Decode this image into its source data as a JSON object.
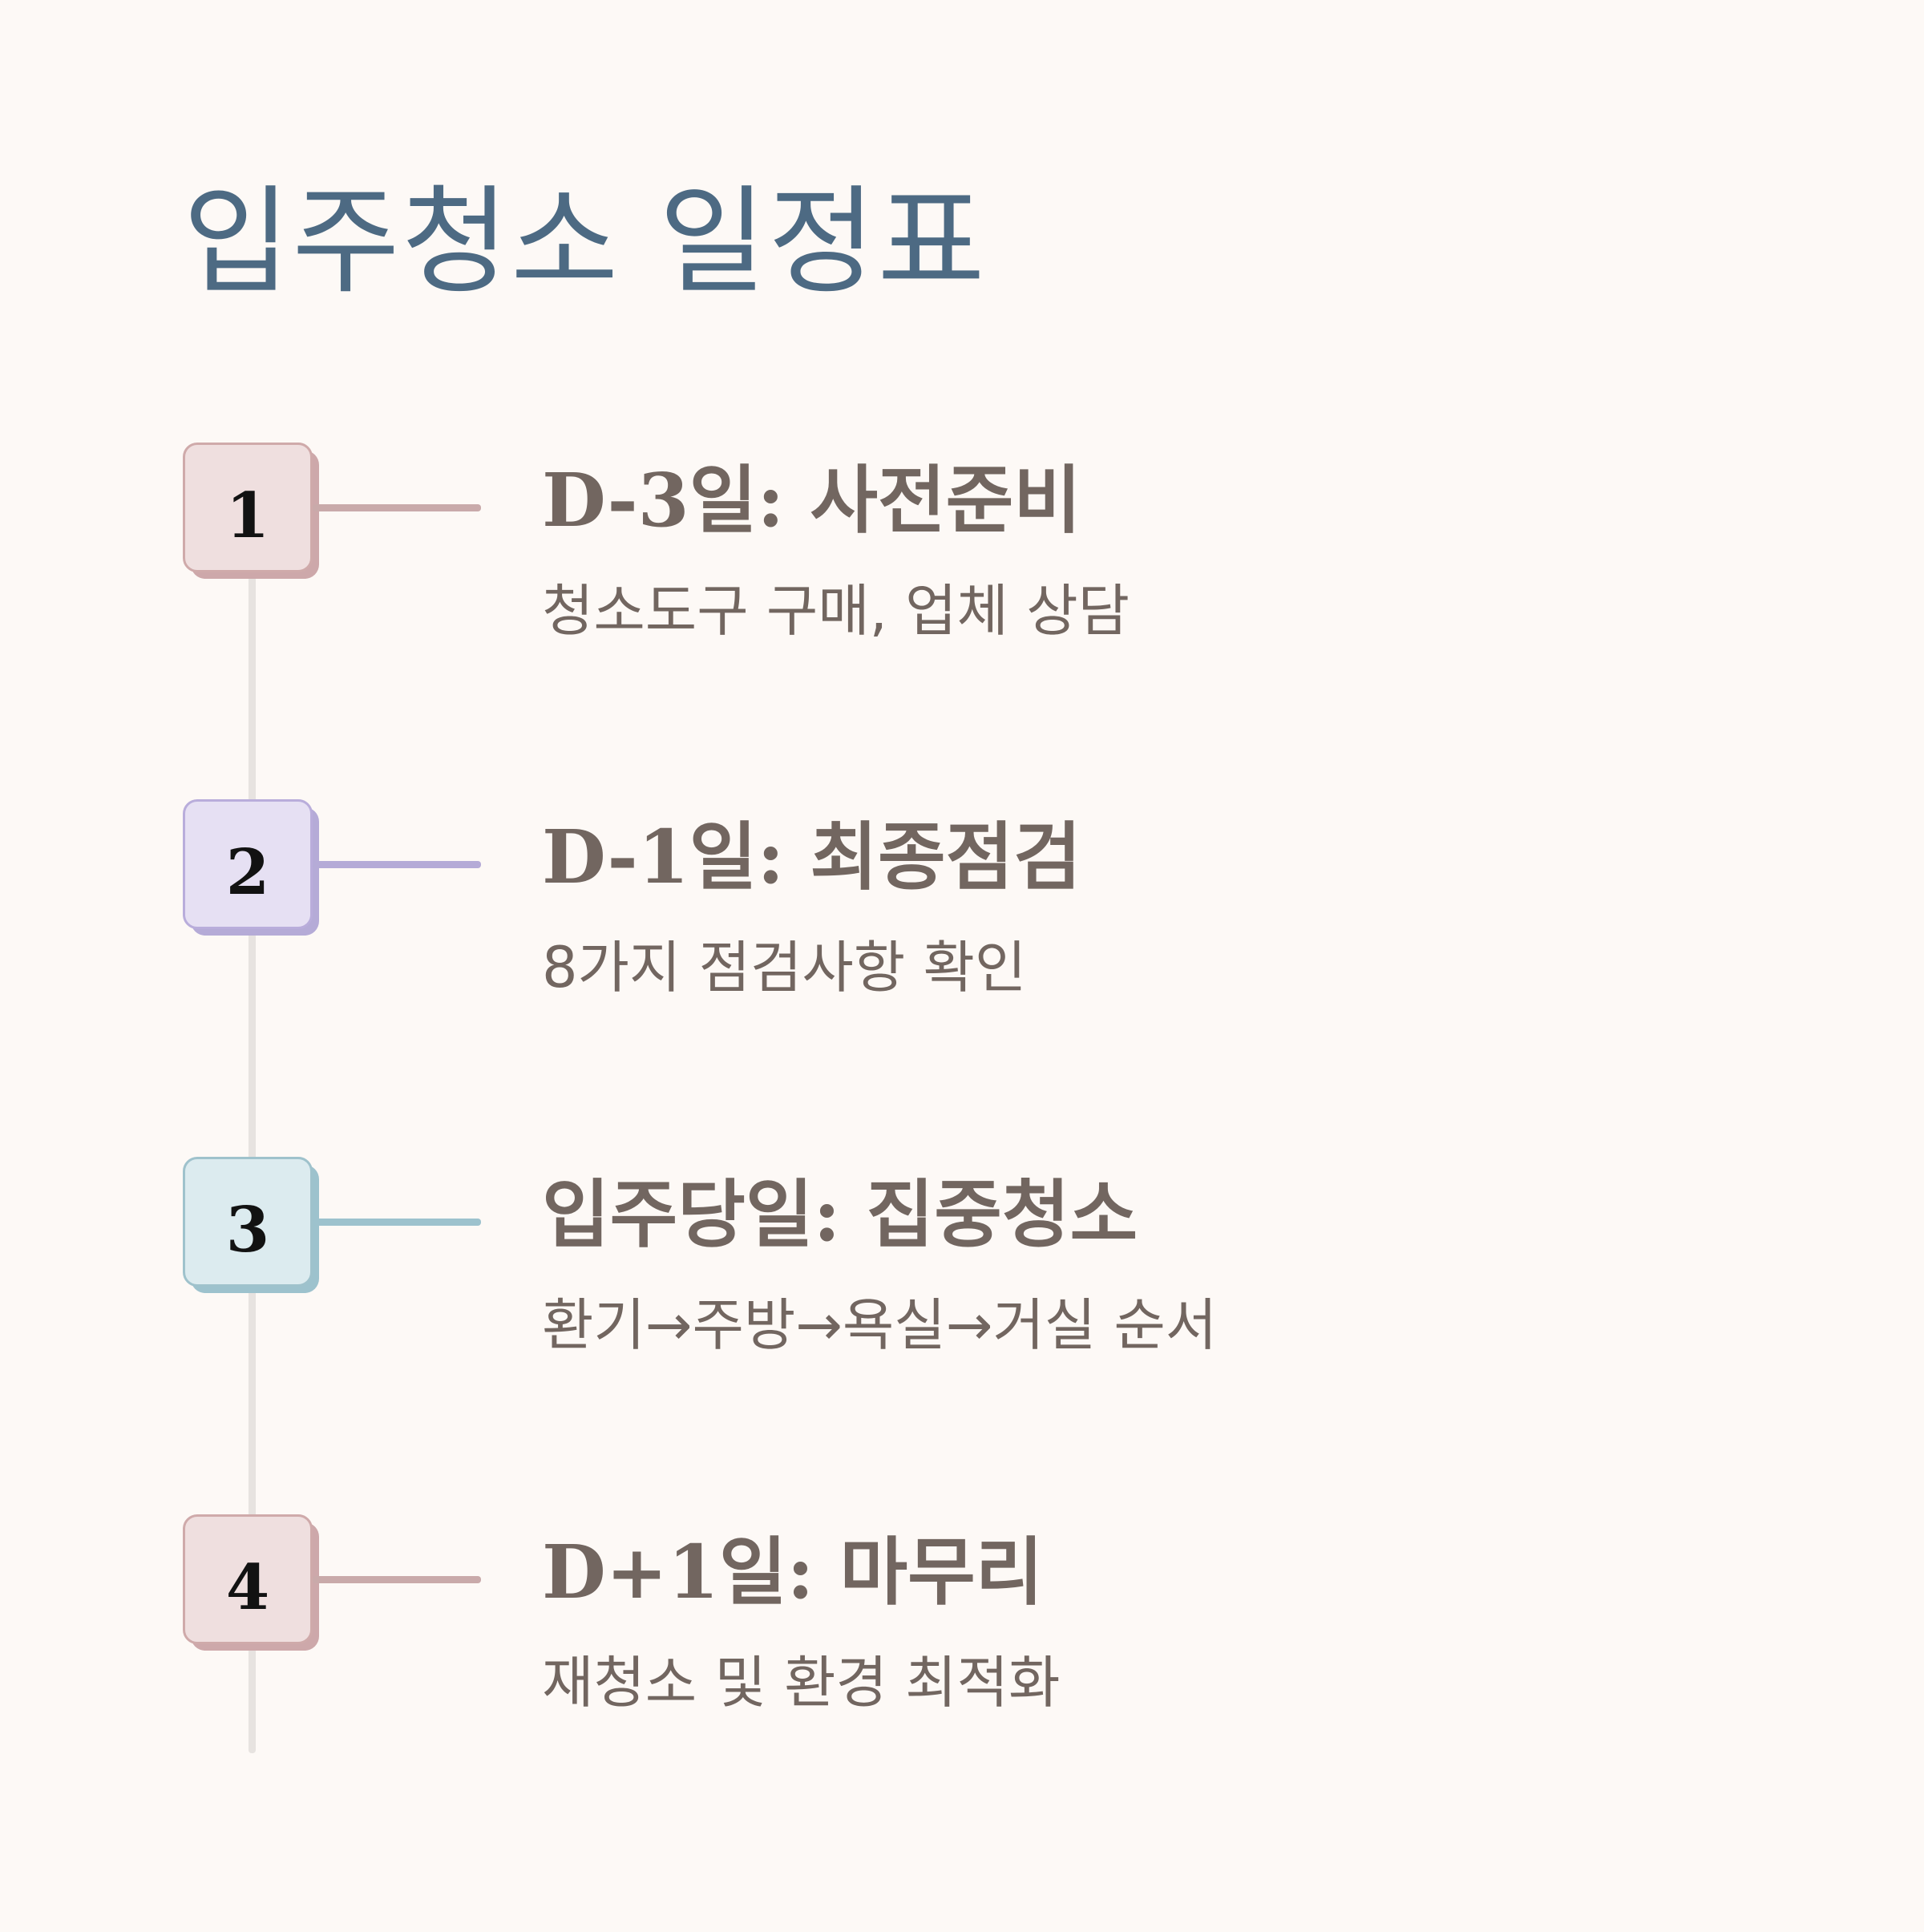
{
  "title": "입주청소 일정표",
  "steps": [
    {
      "number": "1",
      "title": "D-3일: 사전준비",
      "description": "청소도구 구매, 업체 상담",
      "colors": {
        "fill": "#efdfdf",
        "border": "#cfaaaa",
        "shadow": "#cda8aa",
        "connector": "#c9aaaa"
      }
    },
    {
      "number": "2",
      "title": "D-1일: 최종점검",
      "description": "8가지 점검사항 확인",
      "colors": {
        "fill": "#e6e0f3",
        "border": "#b9addb",
        "shadow": "#b5abd7",
        "connector": "#b5abd7"
      }
    },
    {
      "number": "3",
      "title": "입주당일: 집중청소",
      "description": "환기→주방→욕실→거실 순서",
      "colors": {
        "fill": "#dcebef",
        "border": "#9fc2cc",
        "shadow": "#9dc2cd",
        "connector": "#9dc2cd"
      }
    },
    {
      "number": "4",
      "title": "D+1일: 마무리",
      "description": "재청소 및 환경 최적화",
      "colors": {
        "fill": "#efdfdf",
        "border": "#cfaaaa",
        "shadow": "#cda8aa",
        "connector": "#c9aaaa"
      }
    }
  ],
  "colors": {
    "background": "#fdf9f6",
    "title": "#4d6a83",
    "timeline": "#e7e3e0",
    "step_text": "#726660",
    "number_text": "#121212"
  }
}
